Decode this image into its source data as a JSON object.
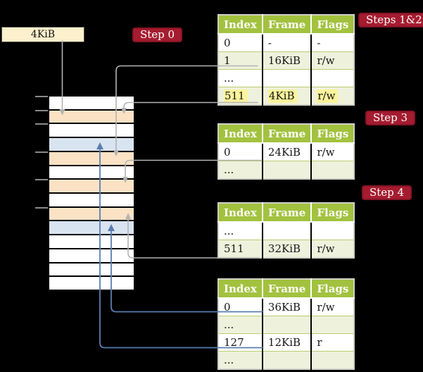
{
  "colors": {
    "accent_red": "#a51c30",
    "table_header_green": "#a2c23f",
    "row_green": "#eef2dc",
    "highlight_yellow": "#fcf39b",
    "frame_orange": "#fbe2c5",
    "frame_blue": "#d9e4f1",
    "connector_gray": "#b3b3b3",
    "connector_blue": "#5a7db0",
    "box_cream": "#fcf0cd"
  },
  "frame_box": {
    "label": "4KiB"
  },
  "badges": {
    "step0": "Step 0",
    "steps12": "Steps 1&2",
    "step3": "Step 3",
    "step4": "Step 4"
  },
  "memory_strip": {
    "rows": [
      "white",
      "orange",
      "white",
      "blue",
      "orange",
      "white",
      "orange",
      "white",
      "orange",
      "blue",
      "white",
      "white",
      "white",
      "white"
    ]
  },
  "tables": [
    {
      "header": [
        "Index",
        "Frame",
        "Flags"
      ],
      "rows": [
        {
          "cells": [
            "0",
            "-",
            "-"
          ]
        },
        {
          "cells": [
            "1",
            "16KiB",
            "r/w"
          ]
        },
        {
          "cells": [
            "...",
            "",
            ""
          ]
        },
        {
          "cells": [
            "511",
            "4KiB",
            "r/w"
          ],
          "highlight": true
        }
      ]
    },
    {
      "header": [
        "Index",
        "Frame",
        "Flags"
      ],
      "rows": [
        {
          "cells": [
            "0",
            "24KiB",
            "r/w"
          ]
        },
        {
          "cells": [
            "...",
            "",
            ""
          ]
        }
      ]
    },
    {
      "header": [
        "Index",
        "Frame",
        "Flags"
      ],
      "rows": [
        {
          "cells": [
            "...",
            "",
            ""
          ]
        },
        {
          "cells": [
            "511",
            "32KiB",
            "r/w"
          ]
        }
      ]
    },
    {
      "header": [
        "Index",
        "Frame",
        "Flags"
      ],
      "rows": [
        {
          "cells": [
            "0",
            "36KiB",
            "r/w"
          ]
        },
        {
          "cells": [
            "...",
            "",
            ""
          ]
        },
        {
          "cells": [
            "127",
            "12KiB",
            "r"
          ]
        },
        {
          "cells": [
            "...",
            "",
            ""
          ]
        }
      ]
    }
  ]
}
